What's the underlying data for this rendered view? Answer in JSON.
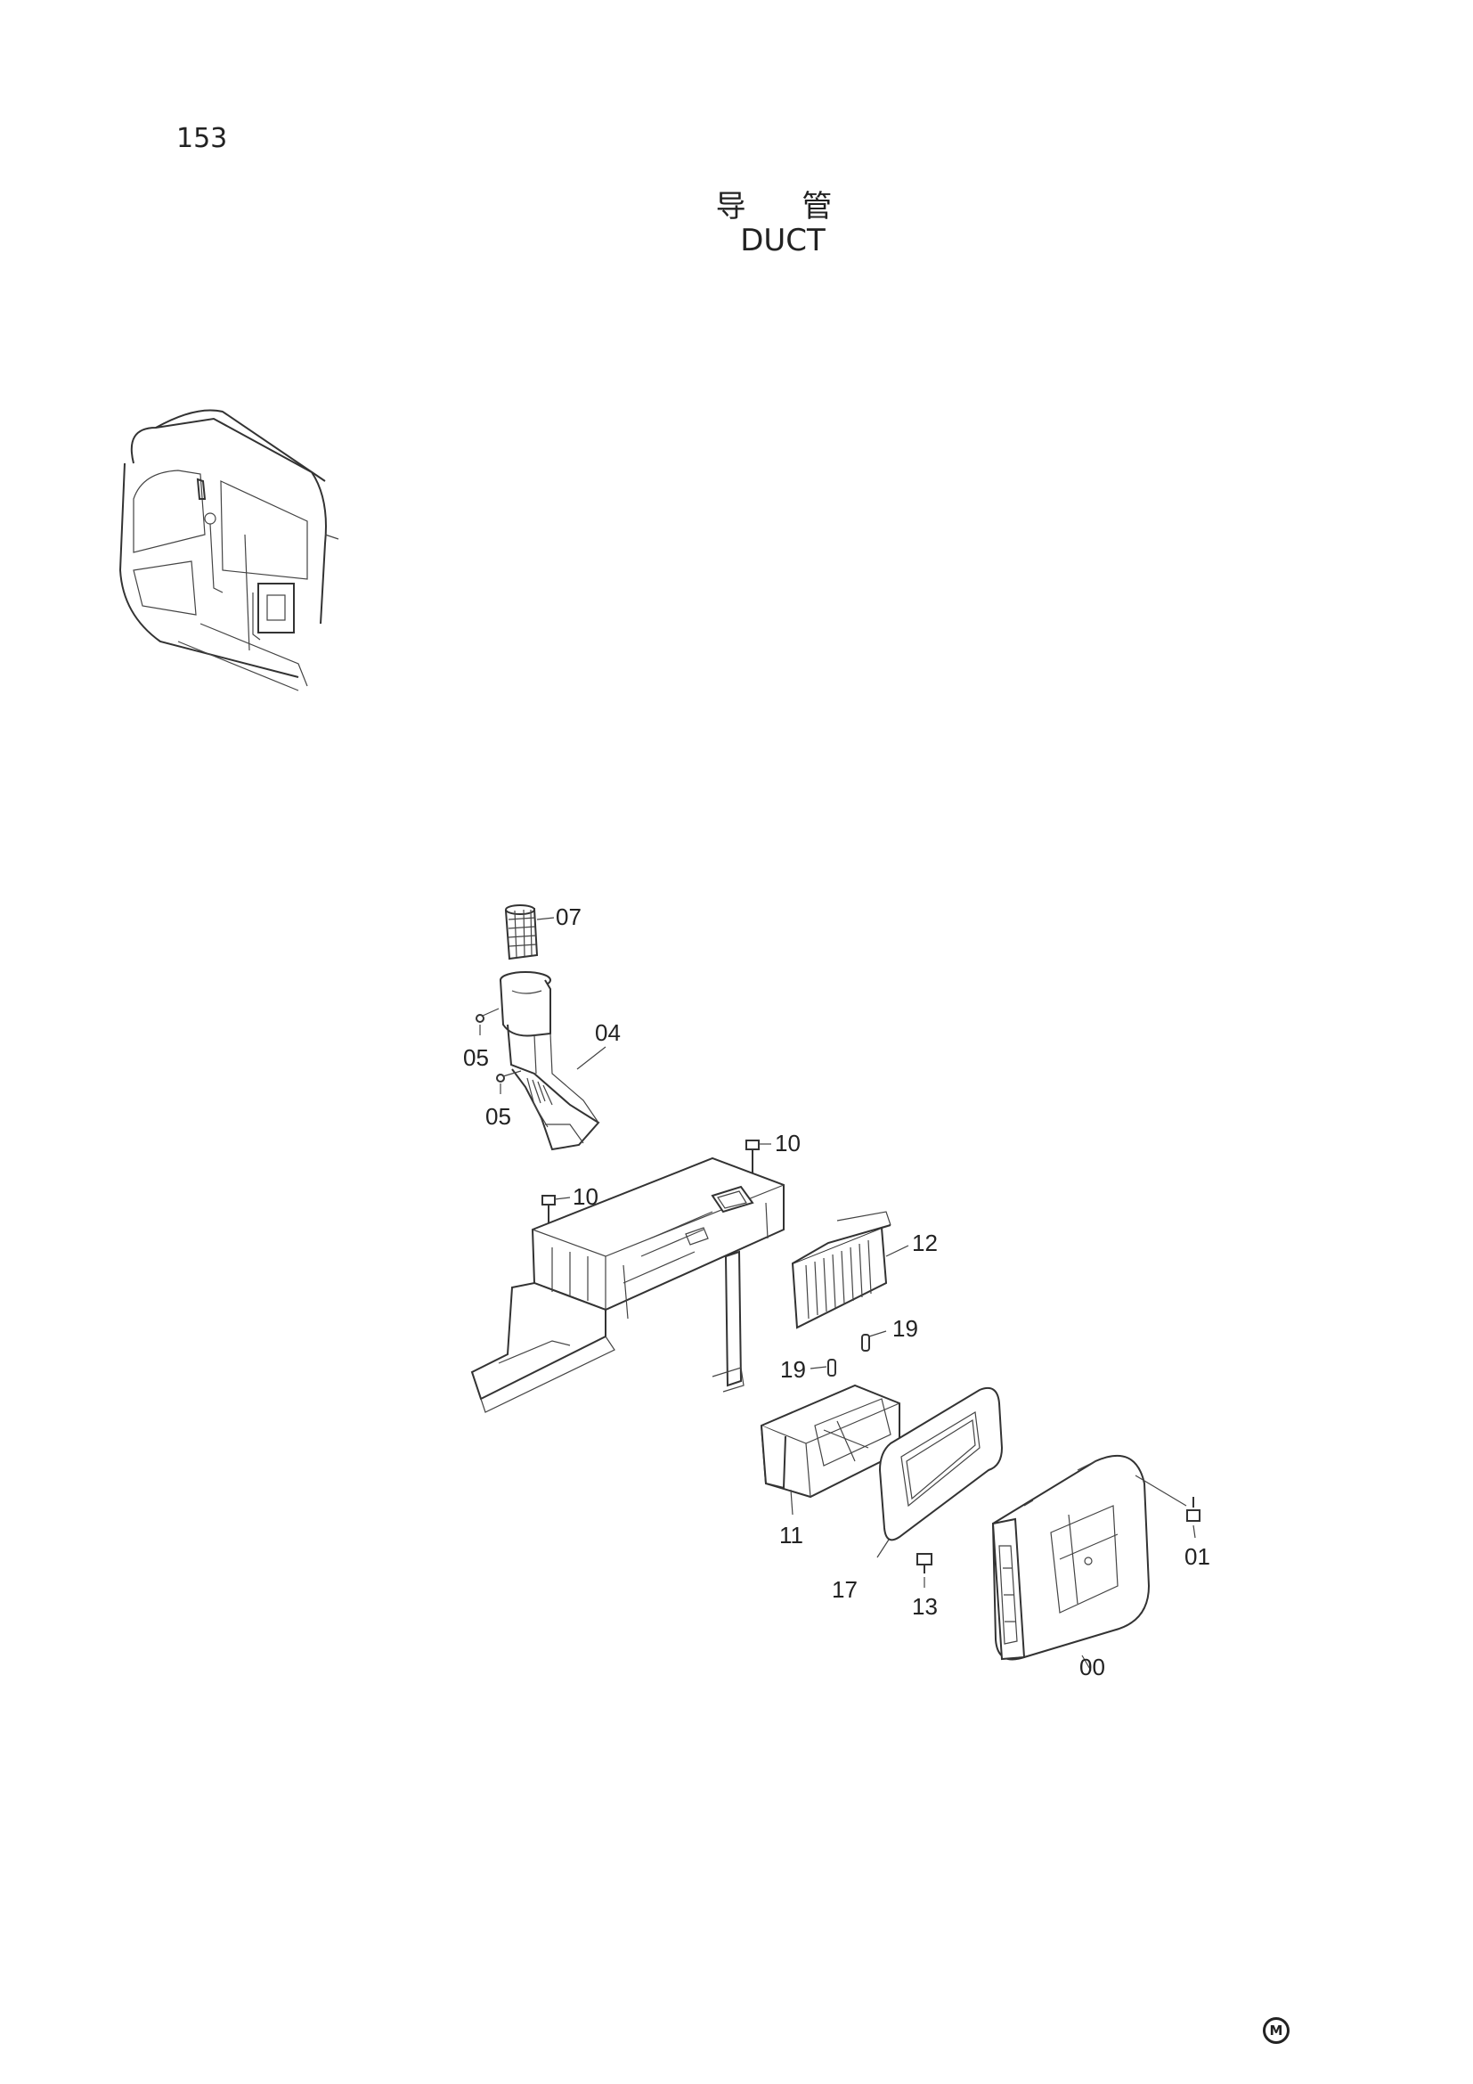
{
  "page_number": "153",
  "title_cn": "导 管",
  "title_en": "DUCT",
  "corner_mark": "M",
  "callouts": [
    "07",
    "04",
    "05",
    "05",
    "10",
    "10",
    "12",
    "19",
    "19",
    "11",
    "17",
    "13",
    "01",
    "00"
  ]
}
